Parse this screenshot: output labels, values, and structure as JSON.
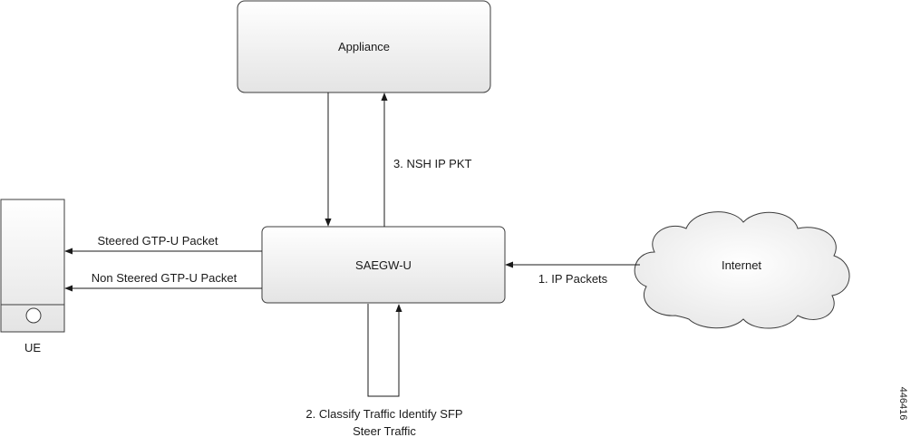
{
  "nodes": {
    "appliance": {
      "label": "Appliance"
    },
    "saegw": {
      "label": "SAEGW-U"
    },
    "internet": {
      "label": "Internet"
    },
    "ue": {
      "label": "UE"
    }
  },
  "edges": {
    "steered": {
      "label": "Steered GTP-U Packet"
    },
    "non_steered": {
      "label": "Non Steered GTP-U Packet"
    },
    "ip_packets": {
      "label": "1. IP Packets"
    },
    "nsh": {
      "label": "3. NSH IP PKT"
    },
    "classify": {
      "line1": "2. Classify Traffic Identify SFP",
      "line2": "Steer Traffic"
    }
  },
  "figure_id": "446416",
  "colors": {
    "box_fill_top": "#ffffff",
    "box_fill_bottom": "#e6e6e6",
    "stroke": "#3c3c3c"
  }
}
